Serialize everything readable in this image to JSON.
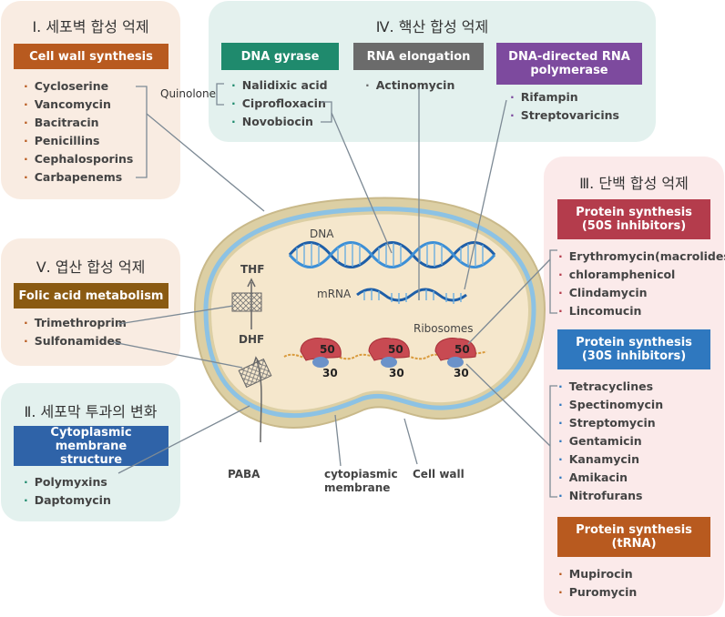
{
  "panel1": {
    "title": "Ⅰ. 세포벽 합성 억제",
    "header": "Cell wall synthesis",
    "header_color": "#b85a1f",
    "bg": "#f9ece2",
    "drugs": [
      "Cycloserine",
      "Vancomycin",
      "Bacitracin",
      "Penicillins",
      "Cephalosporins",
      "Carbapenems"
    ]
  },
  "panel4": {
    "title": "Ⅳ. 핵산 합성 억제",
    "bg": "#e3f1ee",
    "gyrase": {
      "header": "DNA gyrase",
      "color": "#1f8a6d",
      "drugs": [
        "Nalidixic acid",
        "Ciprofloxacin",
        "Novobiocin"
      ]
    },
    "rna": {
      "header": "RNA elongation",
      "color": "#6b6b6b",
      "drugs": [
        "Actinomycin"
      ]
    },
    "polymerase": {
      "header_line1": "DNA-directed RNA",
      "header_line2": "polymerase",
      "color": "#7d4a9e",
      "drugs": [
        "Rifampin",
        "Streptovaricins"
      ]
    },
    "quinolone_label": "Quinolone"
  },
  "panel3": {
    "title": "Ⅲ. 단백 합성 억제",
    "bg": "#fbeaea",
    "s50": {
      "header_line1": "Protein synthesis",
      "header_line2": "(50S inhibitors)",
      "color": "#b43c4c",
      "drugs": [
        "Erythromycin(macrolides)",
        "chloramphenicol",
        "Clindamycin",
        "Lincomucin"
      ]
    },
    "s30": {
      "header_line1": "Protein synthesis",
      "header_line2": "(30S inhibitors)",
      "color": "#2f78bf",
      "drugs": [
        "Tetracyclines",
        "Spectinomycin",
        "Streptomycin",
        "Gentamicin",
        "Kanamycin",
        "Amikacin",
        "Nitrofurans"
      ]
    },
    "trna": {
      "header_line1": "Protein synthesis",
      "header_line2": "(tRNA)",
      "color": "#b85a1f",
      "drugs": [
        "Mupirocin",
        "Puromycin"
      ]
    }
  },
  "panel5": {
    "title": "Ⅴ. 엽산 합성 억제",
    "header": "Folic acid metabolism",
    "header_color": "#8a5a12",
    "bg": "#f9ece2",
    "drugs": [
      "Trimethroprim",
      "Sulfonamides"
    ]
  },
  "panel2": {
    "title": "Ⅱ. 세포막 투과의 변화",
    "header_line1": "Cytoplasmic membrane",
    "header_line2": "structure",
    "header_color": "#2f63a8",
    "bg": "#e3f1ee",
    "drugs": [
      "Polymyxins",
      "Daptomycin"
    ]
  },
  "cell": {
    "dna": "DNA",
    "mrna": "mRNA",
    "ribosomes": "Ribosomes",
    "thf": "THF",
    "dhf": "DHF",
    "paba": "PABA",
    "membrane_line1": "cytopiasmic",
    "membrane_line2": "membrane",
    "cell_wall": "Cell wall",
    "r50": "50",
    "r30": "30"
  }
}
